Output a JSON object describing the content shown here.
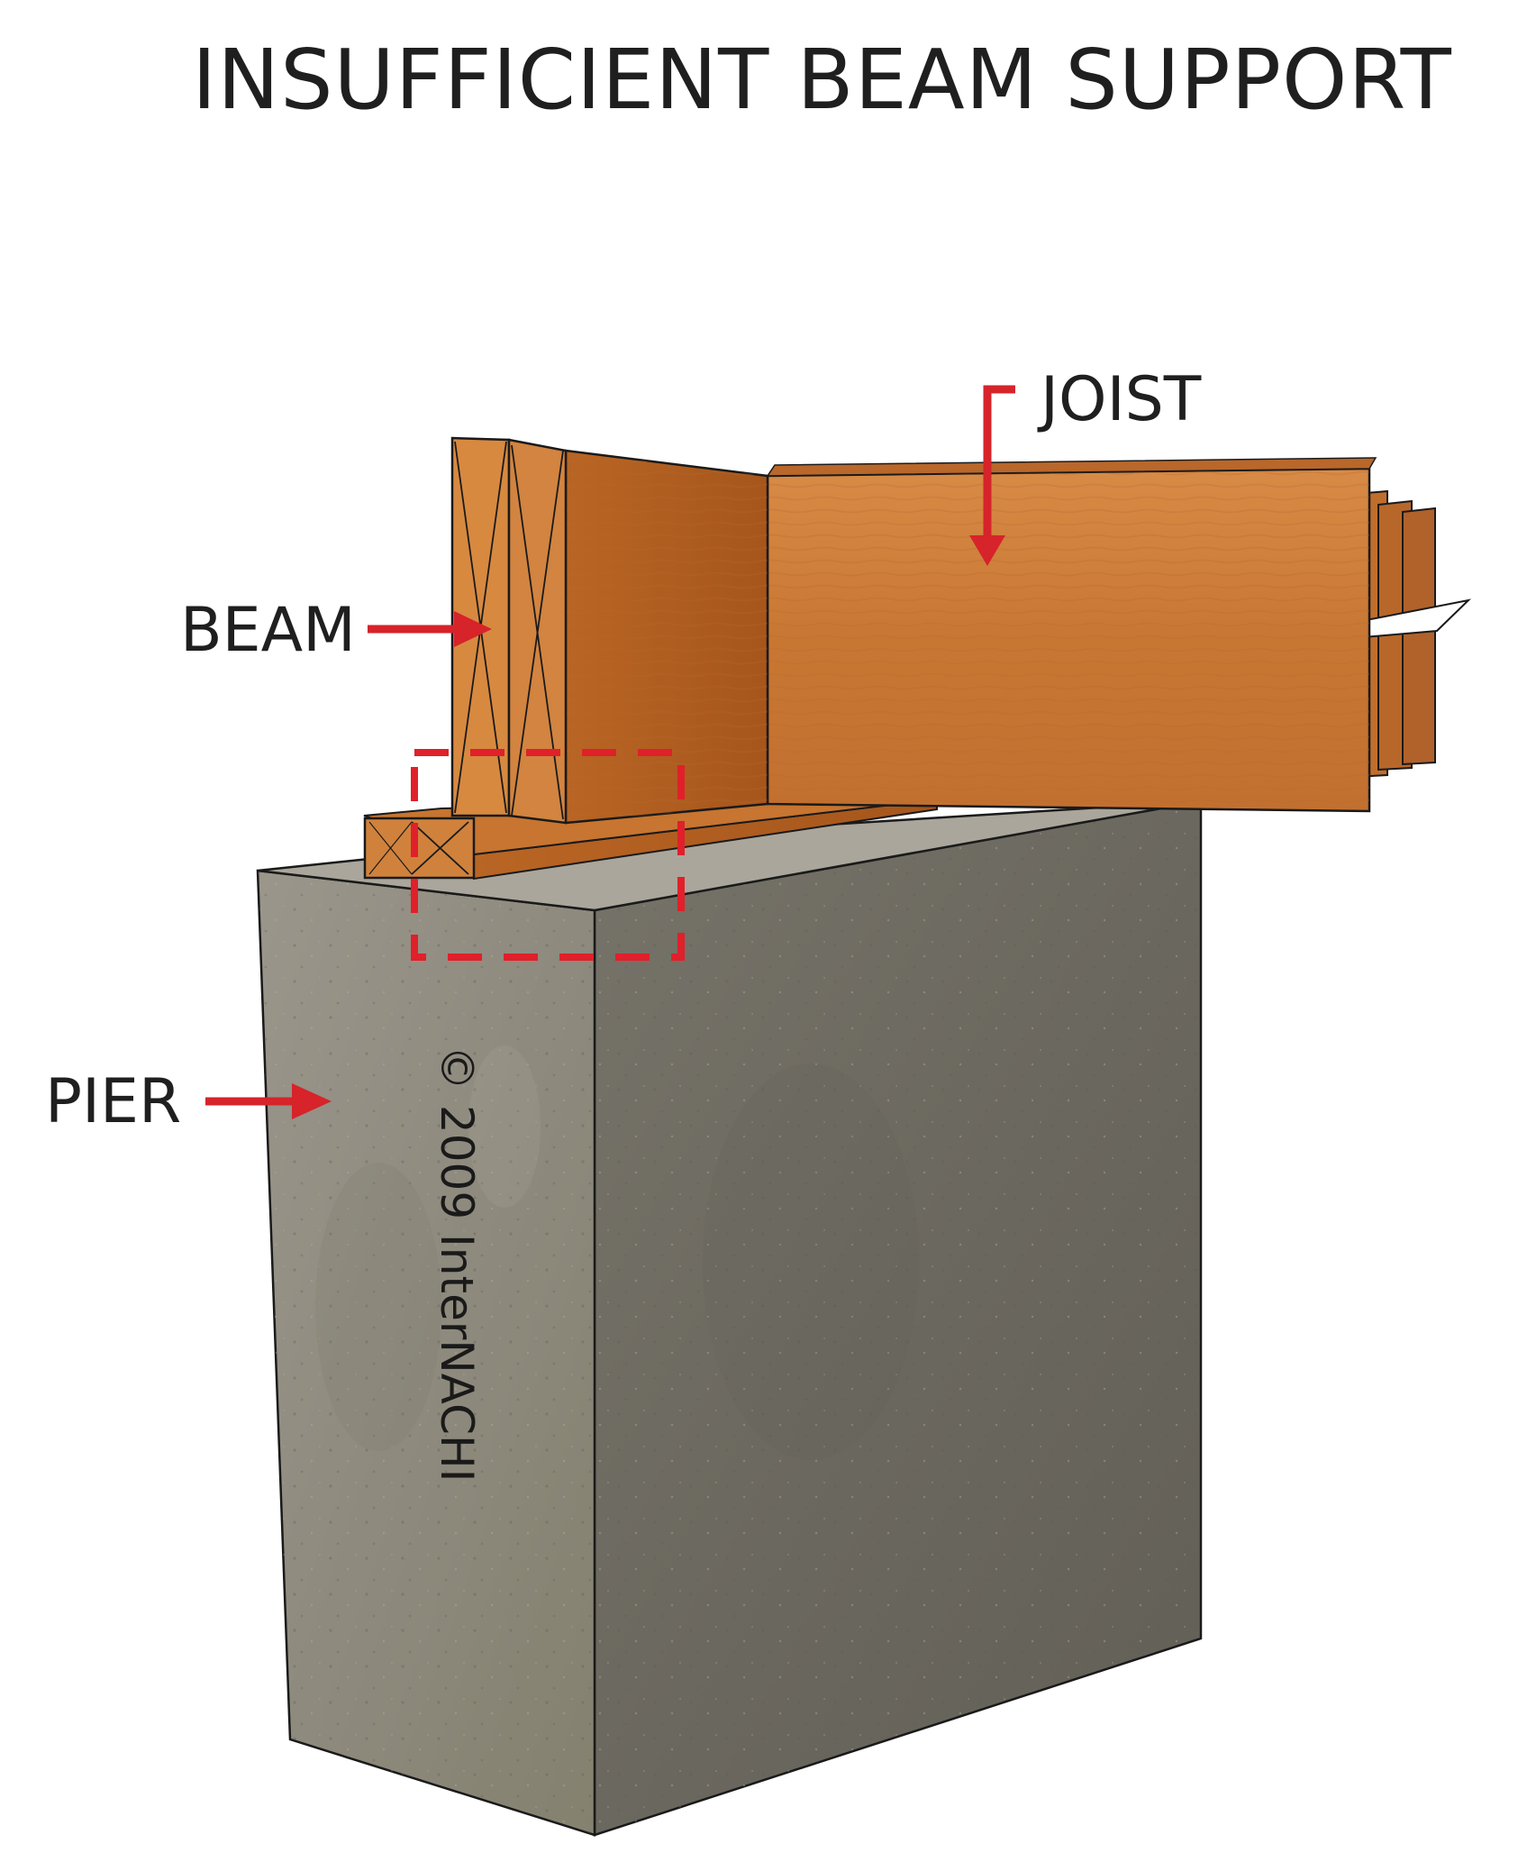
{
  "title": "INSUFFICIENT BEAM SUPPORT",
  "labels": {
    "joist": "JOIST",
    "beam": "BEAM",
    "pier": "PIER"
  },
  "copyright": "© 2009 InterNACHI",
  "colors": {
    "arrow": "#d7232a",
    "highlight_box": "#e0202a",
    "wood_light": "#d8883f",
    "wood_dark": "#a9591f",
    "concrete_front": "#8f8b80",
    "concrete_side": "#6c6a62",
    "concrete_top": "#a8a59a",
    "outline": "#1a1a1a"
  }
}
